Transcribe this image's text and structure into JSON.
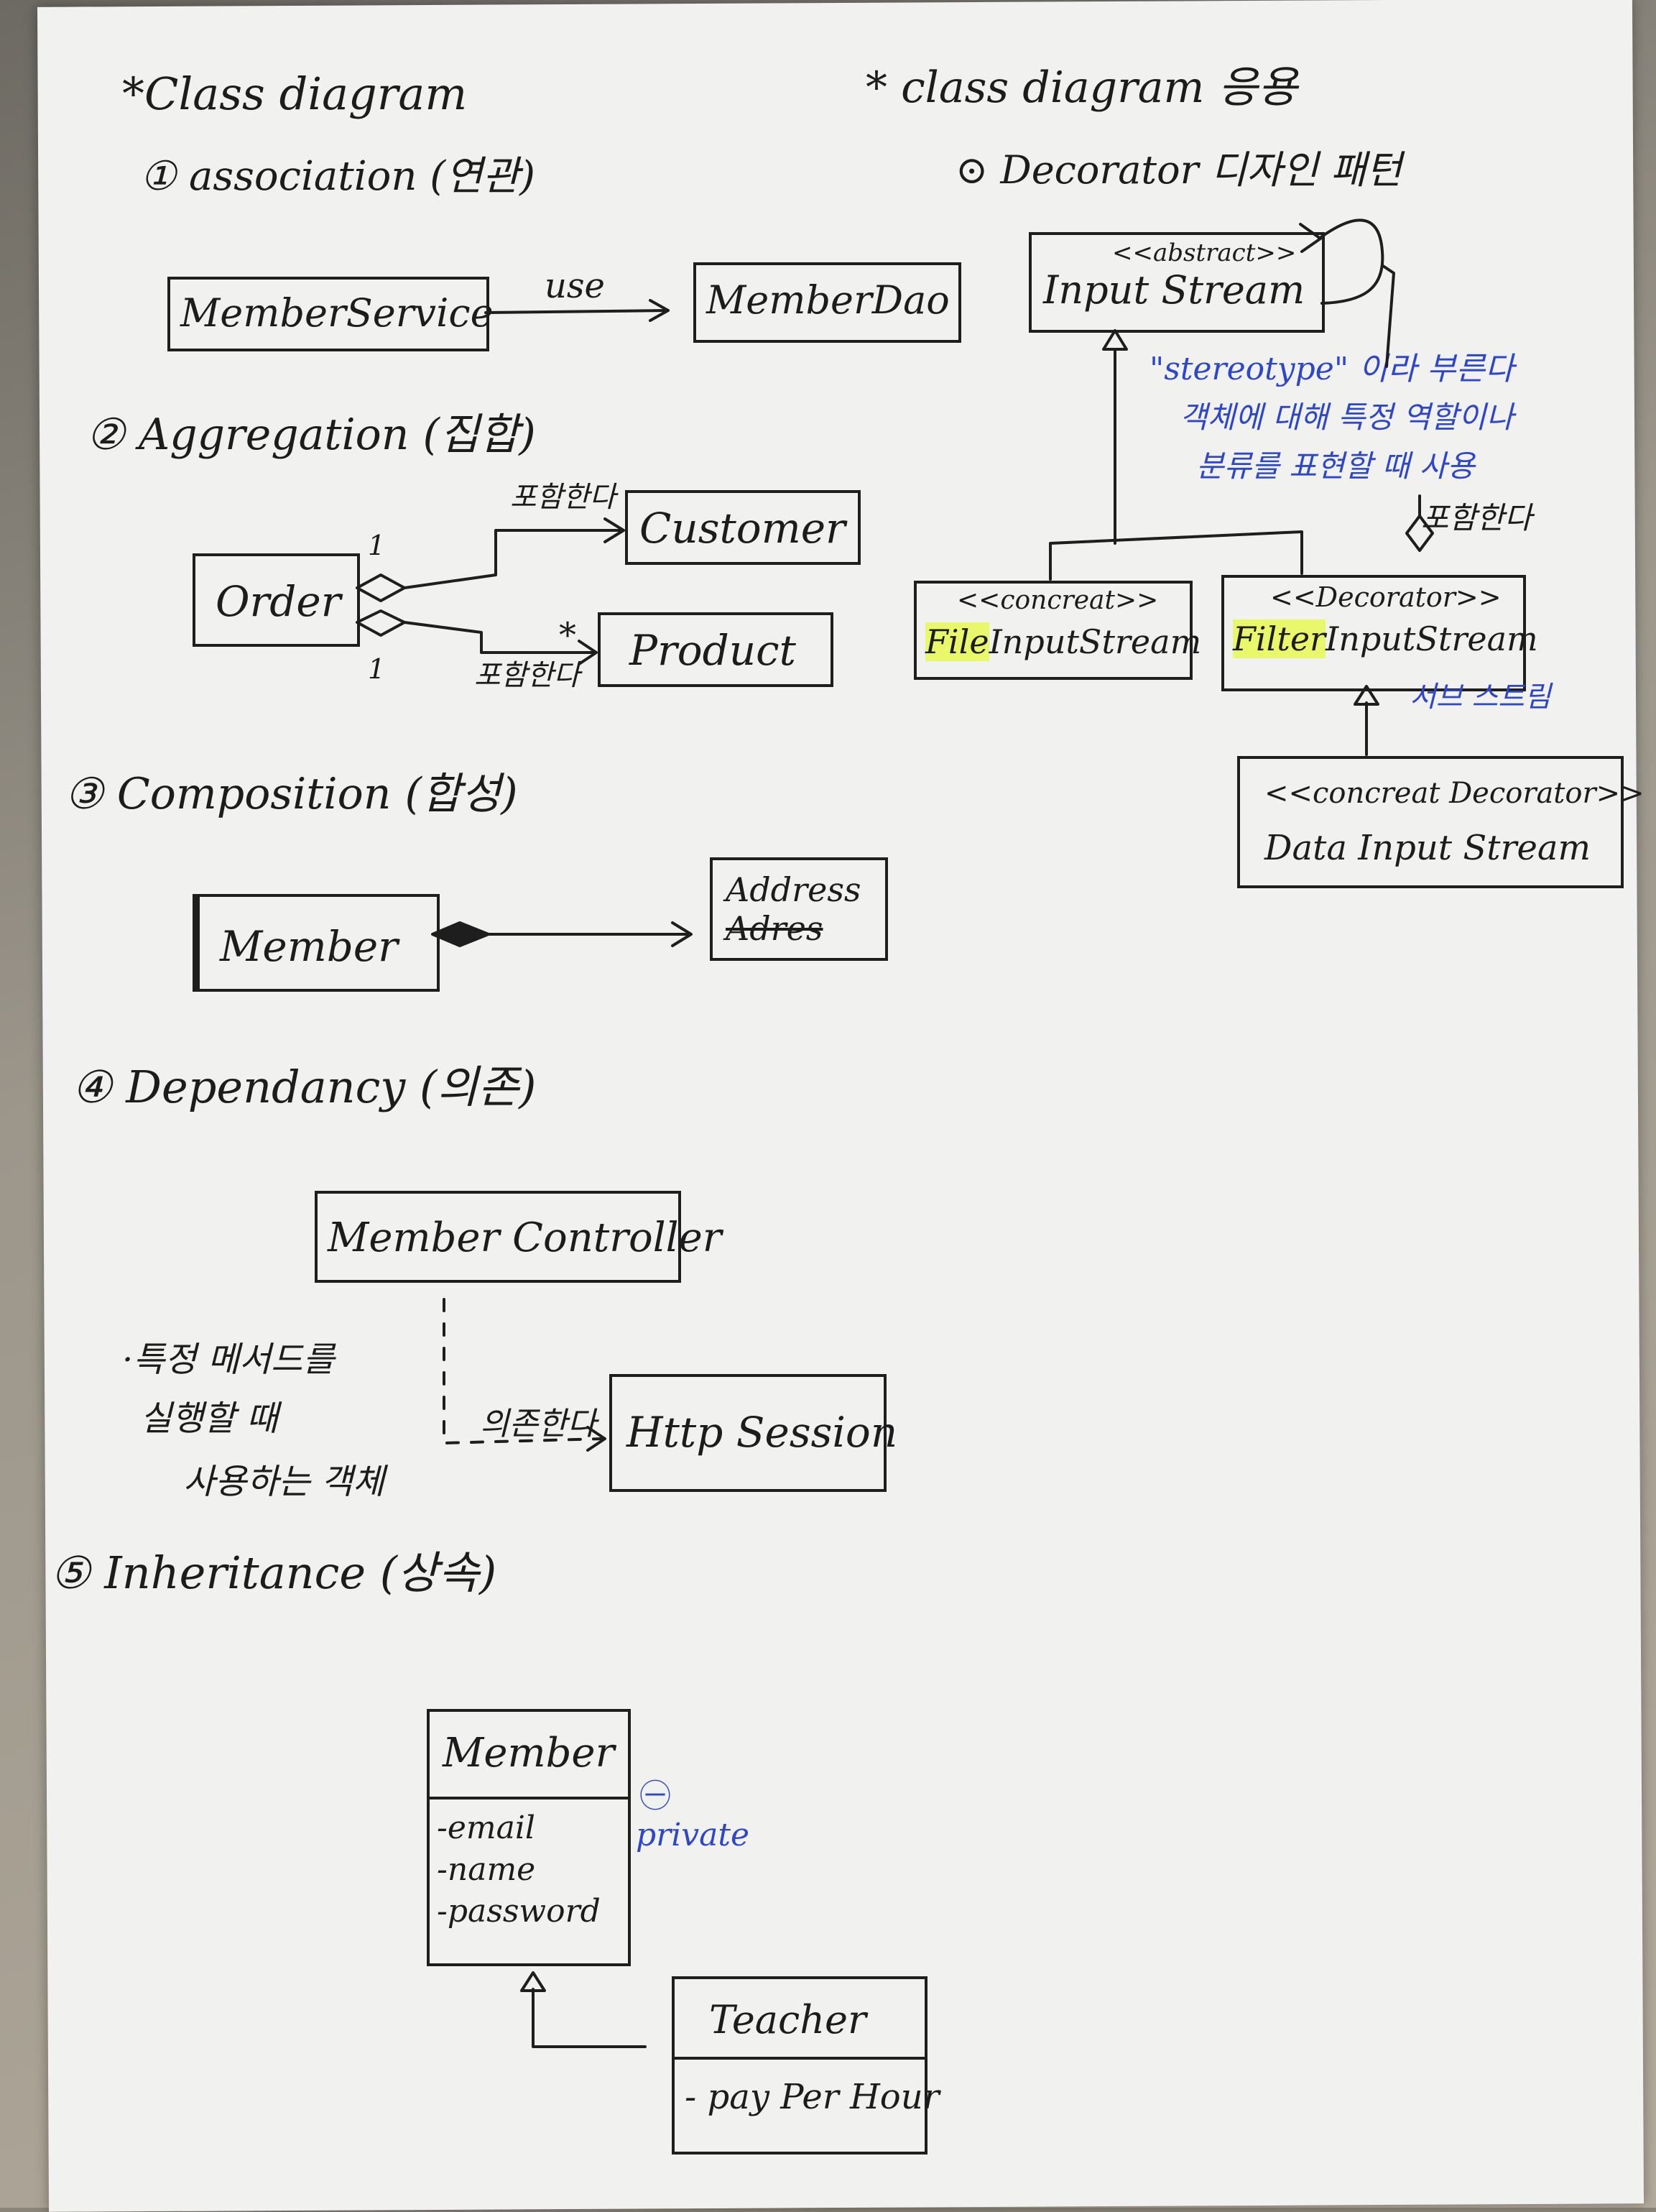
{
  "left": {
    "title": "*Class diagram",
    "association": {
      "heading": "① association (연관)",
      "source": "MemberService",
      "label": "use",
      "target": "MemberDao"
    },
    "aggregation": {
      "heading": "② Aggregation (집합)",
      "whole": "Order",
      "part1": "Customer",
      "part2": "Product",
      "label1": "포함한다",
      "label2": "포함한다",
      "mult_whole_top": "1",
      "mult_whole_bottom": "1",
      "mult_part2": "*"
    },
    "composition": {
      "heading": "③ Composition (합성)",
      "whole": "Member",
      "part": "Address",
      "part_strike": "Adres"
    },
    "dependency": {
      "heading": "④ Dependancy (의존)",
      "source": "Member Controller",
      "target": "Http Session",
      "label": "의존한다",
      "note": [
        "·특정 메서드를",
        "실행할 때",
        "사용하는 객체"
      ]
    },
    "inheritance": {
      "heading": "⑤ Inheritance (상속)",
      "parent": "Member",
      "parent_fields": [
        "-email",
        "-name",
        "-password"
      ],
      "private_mark": "㊀",
      "private_note": "private",
      "child": "Teacher",
      "child_fields": [
        "- pay Per Hour"
      ]
    }
  },
  "right": {
    "title": "* class diagram 응용",
    "subtitle": "⊙ Decorator 디자인 패턴",
    "abstract": {
      "stereotype": "<<abstract>>",
      "name": "Input Stream"
    },
    "note_lines": [
      "\"stereotype\" 이라 부른다",
      "객체에 대해 특정 역할이나",
      "분류를 표현할 때 사용"
    ],
    "contains_label": "포함한다",
    "concrete": {
      "stereotype": "<<concreat>>",
      "name_hl": "File",
      "name_rest": "InputStream"
    },
    "decorator": {
      "stereotype": "<<Decorator>>",
      "name_hl": "Filter",
      "name_rest": "InputStream"
    },
    "sub_label": "서브 스트림",
    "concrete_decorator": {
      "stereotype": "<<concreat Decorator>>",
      "name": "Data Input Stream"
    }
  }
}
